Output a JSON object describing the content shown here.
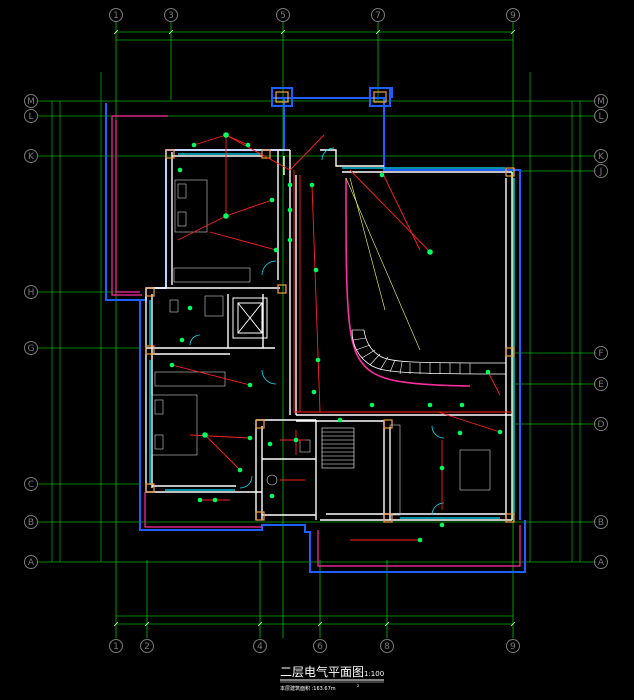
{
  "drawing": {
    "title": "二层电气平面图",
    "scale": "1:100",
    "subtitle": "本层建筑面积 :163.67m",
    "subtitle_sup": "2"
  },
  "axes": {
    "top": [
      "1",
      "3",
      "5",
      "7",
      "9"
    ],
    "bottom": [
      "1",
      "2",
      "4",
      "6",
      "8",
      "9"
    ],
    "left": [
      "M",
      "L",
      "K",
      "H",
      "G",
      "C",
      "B",
      "A"
    ],
    "right": [
      "M",
      "L",
      "K",
      "J",
      "F",
      "E",
      "D",
      "B",
      "A"
    ]
  },
  "colors": {
    "grid": "#00ff00",
    "wall": "#ffffff",
    "outline": "#1e5fff",
    "wiring": "#ff2020",
    "stair_curve": "#ff2da0",
    "accent": "#f5a04a",
    "window": "#00e5ff",
    "fixture": "#ffff66"
  }
}
